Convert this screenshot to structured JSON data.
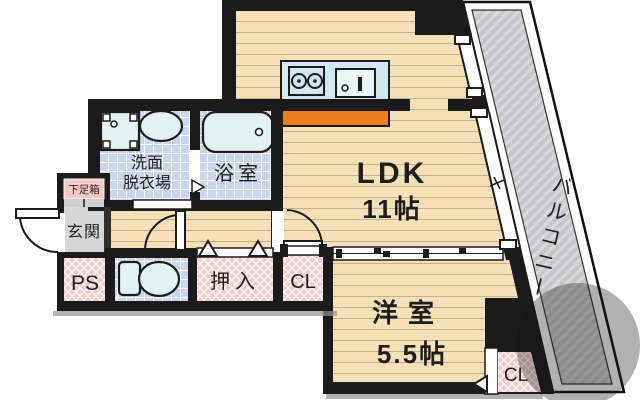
{
  "rooms": {
    "ldk": {
      "label": "LDK",
      "size": "11帖"
    },
    "western_room": {
      "label": "洋室",
      "size": "5.5帖"
    },
    "bathroom": {
      "label": "浴室"
    },
    "washroom": {
      "label_line1": "洗面",
      "label_line2": "脱衣場"
    },
    "entrance": {
      "label": "玄関"
    },
    "shoe_box": {
      "label": "下足箱"
    },
    "pipe_space": {
      "label": "PS"
    },
    "oshiire": {
      "label": "押入"
    },
    "closet_hall": {
      "label": "CL"
    },
    "closet_western": {
      "label": "CL"
    },
    "balcony": {
      "label": "バルコニー"
    }
  },
  "colors": {
    "wall": "#1b1b1b",
    "wood_floor": "#f5e0b8",
    "wood_line": "#9a8a66",
    "tile_blue": "#c9d6ee",
    "closet_pink": "#f6c9c9",
    "entrance_gray": "#d6d6d6",
    "counter_orange": "#ef7d1a",
    "balcony_gray": "#c8c8ca",
    "balcony_stripe": "#dadadc",
    "fixture_fill": "#e2f1f3"
  }
}
